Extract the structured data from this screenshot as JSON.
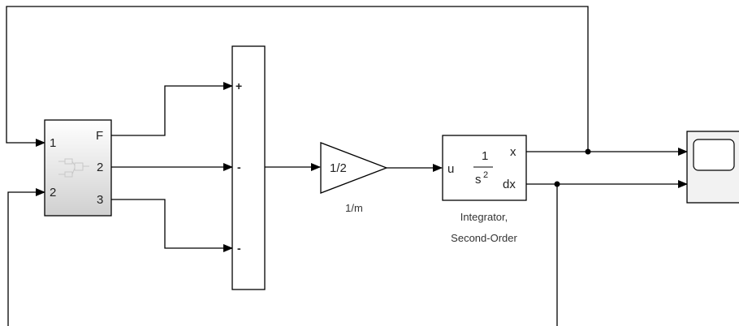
{
  "subsystem": {
    "inputs": [
      "1",
      "2"
    ],
    "outputs": [
      "F",
      "2",
      "3"
    ]
  },
  "sum": {
    "signs": [
      "+",
      "-",
      "-"
    ]
  },
  "gain": {
    "value": "1/2",
    "label": "1/m"
  },
  "integrator": {
    "input_port": "u",
    "numerator": "1",
    "denominator_base": "s",
    "denominator_exp": "2",
    "output_x": "x",
    "output_dx": "dx",
    "label_line1": "Integrator,",
    "label_line2": "Second-Order"
  },
  "colors": {
    "line": "#000000",
    "block_border": "#000000",
    "subsystem_fill": "#e8e8e8"
  }
}
